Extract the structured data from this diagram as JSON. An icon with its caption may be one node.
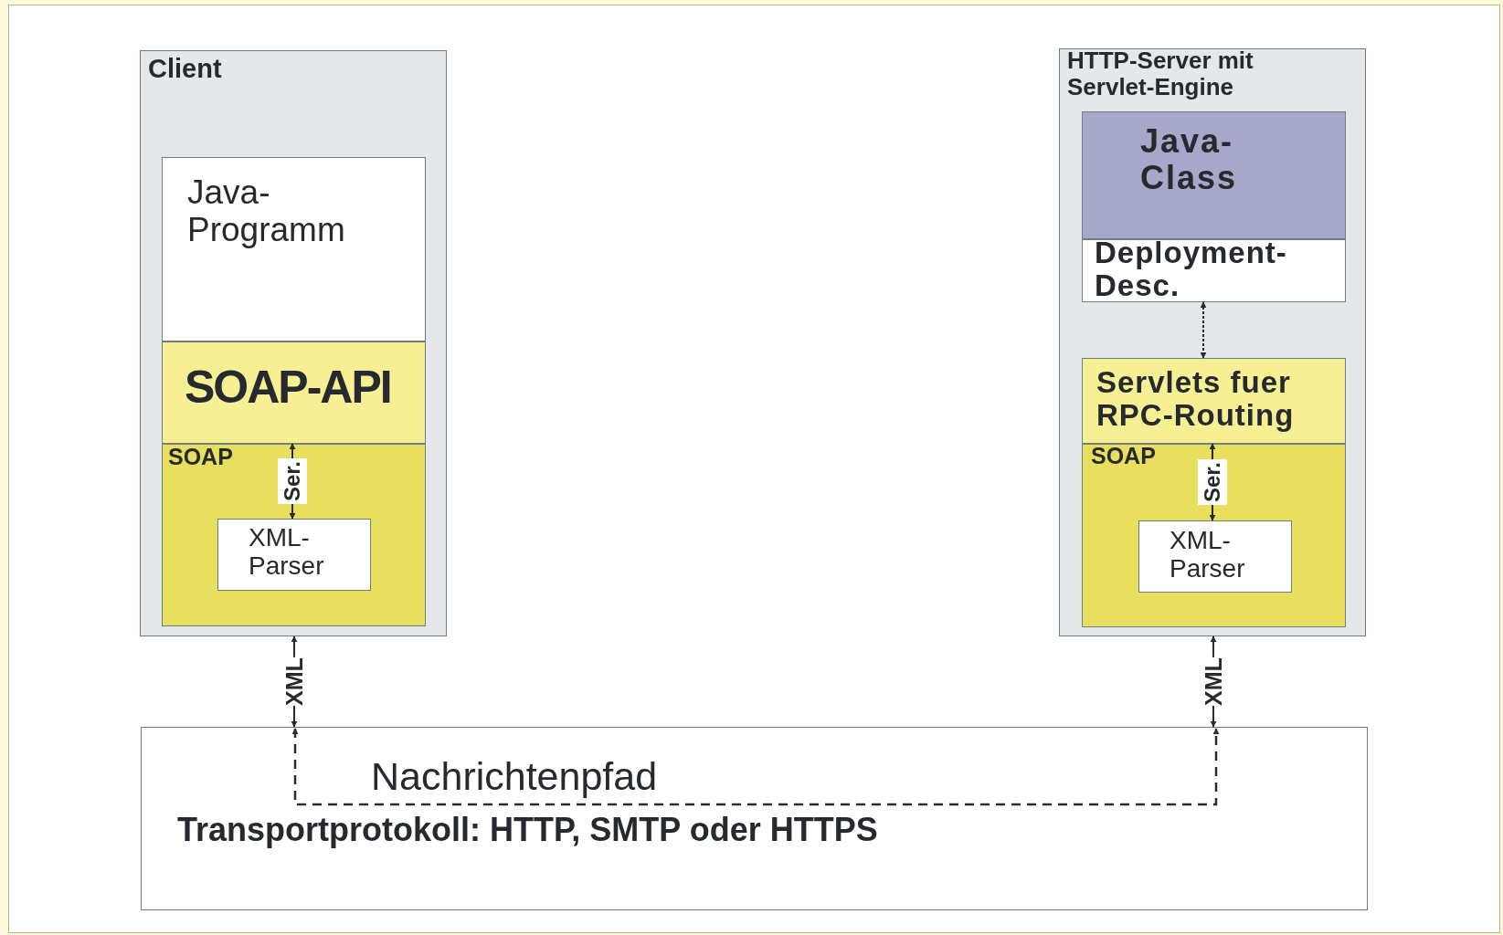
{
  "diagram": {
    "nodes": [
      {
        "text": [
          "Client"
        ]
      },
      {
        "text": [
          "Java-Programm"
        ],
        "in": 0
      },
      {
        "text": [
          "SOAP-API"
        ],
        "in": 0
      },
      {
        "text": [
          "SOAP"
        ],
        "in": 0
      },
      {
        "text": [
          "XML-Parser"
        ],
        "in": 3
      },
      {
        "text": [
          "HTTP-Server mit Servlet-Engine"
        ]
      },
      {
        "text": [
          "Java-Class"
        ],
        "in": 5
      },
      {
        "text": [
          "Deployment-Desc."
        ],
        "in": 5
      },
      {
        "text": [
          "Servlets fuer RPC-Routing"
        ],
        "in": 5
      },
      {
        "text": [
          "SOAP"
        ],
        "in": 5
      },
      {
        "text": [
          "XML-Parser"
        ],
        "in": 9
      },
      {
        "text": [
          "Transportprotokoll: HTTP, SMTP oder HTTPS"
        ]
      }
    ],
    "edges": [
      {
        "from": 2,
        "to": 4,
        "arrow": "both",
        "label": "Ser."
      },
      {
        "from": 7,
        "to": 8,
        "arrow": "both",
        "style": "dashed"
      },
      {
        "from": 8,
        "to": 10,
        "arrow": "both",
        "label": "Ser."
      },
      {
        "from": 0,
        "to": 11,
        "arrow": "both",
        "label": "XML"
      },
      {
        "from": 5,
        "to": 11,
        "arrow": "both",
        "label": "XML"
      },
      {
        "from": 11,
        "to": 11,
        "arrow": "both",
        "style": "dashed",
        "label": "Nachrichtenpfad"
      }
    ]
  }
}
